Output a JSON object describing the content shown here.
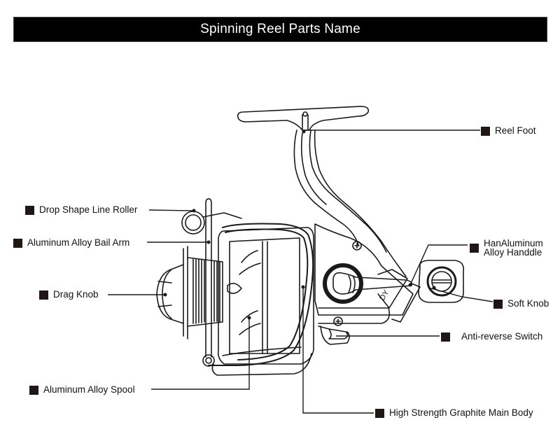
{
  "title": "Spinning Reel Parts Name",
  "colors": {
    "title_bar_bg": "#000000",
    "title_text": "#ffffff",
    "bullet": "#1f1715",
    "line": "#1a1a1a"
  },
  "labels": {
    "reel_foot": "Reel Foot",
    "drop_shape_line_roller": "Drop Shape Line Roller",
    "aluminum_alloy_bail_arm": "Aluminum Alloy Bail Arm",
    "handle_line1": "HanAluminum",
    "handle_line2": "Alloy Handdle",
    "drag_knob": "Drag Knob",
    "soft_knob": "Soft Knob",
    "anti_reverse_switch": "Anti-reverse Switch",
    "aluminum_alloy_spool": "Aluminum Alloy Spool",
    "main_body": "High Strength Graphite Main Body"
  },
  "diagram": {
    "subject": "spinning-reel-line-drawing",
    "body_mark": "DY"
  }
}
